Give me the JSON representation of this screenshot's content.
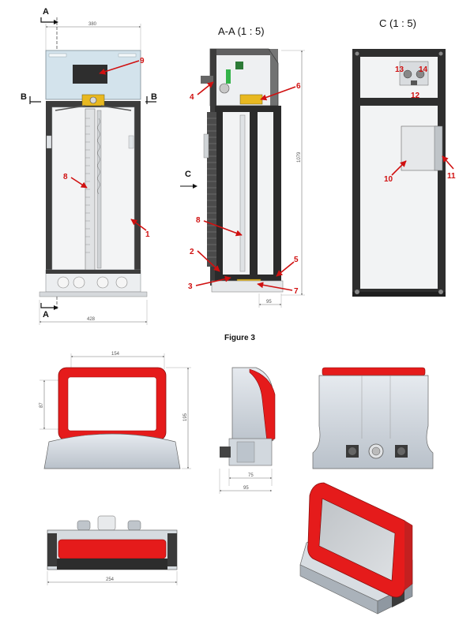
{
  "figure_caption": "Figure 3",
  "view_titles": {
    "section": "A-A (1 : 5)",
    "detail": "C (1 : 5)"
  },
  "section_markers": {
    "a_top": "A",
    "a_bottom": "A",
    "b_left": "B",
    "b_right": "B",
    "c_arrow": "C"
  },
  "dimensions": {
    "front_top_width": "380",
    "front_bottom_width": "428",
    "section_height": "1079",
    "section_base_width": "95",
    "monitor_width": "154",
    "monitor_screen_height": "87",
    "monitor_total_height": "195",
    "side_depth": "75",
    "side_total_depth": "95",
    "bottom_width": "254"
  },
  "callouts": {
    "c1": "1",
    "c2": "2",
    "c3": "3",
    "c4": "4",
    "c5": "5",
    "c6": "6",
    "c7": "7",
    "c8a": "8",
    "c8b": "8",
    "c9": "9",
    "c10": "10",
    "c11": "11",
    "c12": "12",
    "c13": "13",
    "c14": "14"
  },
  "colors": {
    "frame": "#3c3c3c",
    "panel": "#c9dde8",
    "bezel": "#e51b1b",
    "housing": "#cfd6de",
    "callout": "#d01010"
  }
}
